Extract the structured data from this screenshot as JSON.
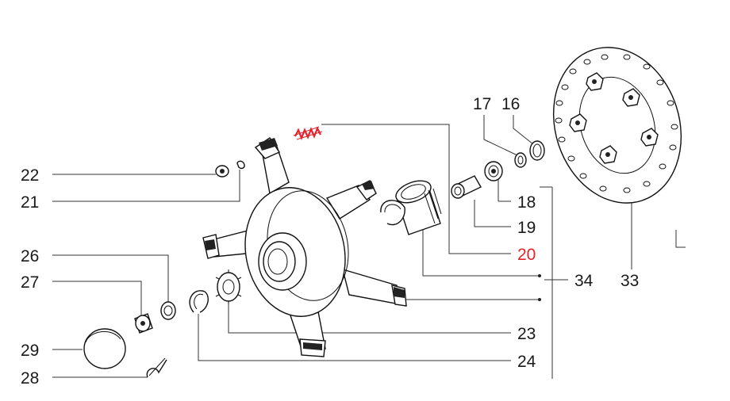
{
  "labels": {
    "l22": "22",
    "l21": "21",
    "l26": "26",
    "l27": "27",
    "l29": "29",
    "l28": "28",
    "l17": "17",
    "l16": "16",
    "l18": "18",
    "l19": "19",
    "l20": "20",
    "l34": "34",
    "l33": "33",
    "l23": "23",
    "l24": "24"
  },
  "highlighted_part": "20",
  "highlight_color": "#e4232b",
  "line_color": "#333333"
}
